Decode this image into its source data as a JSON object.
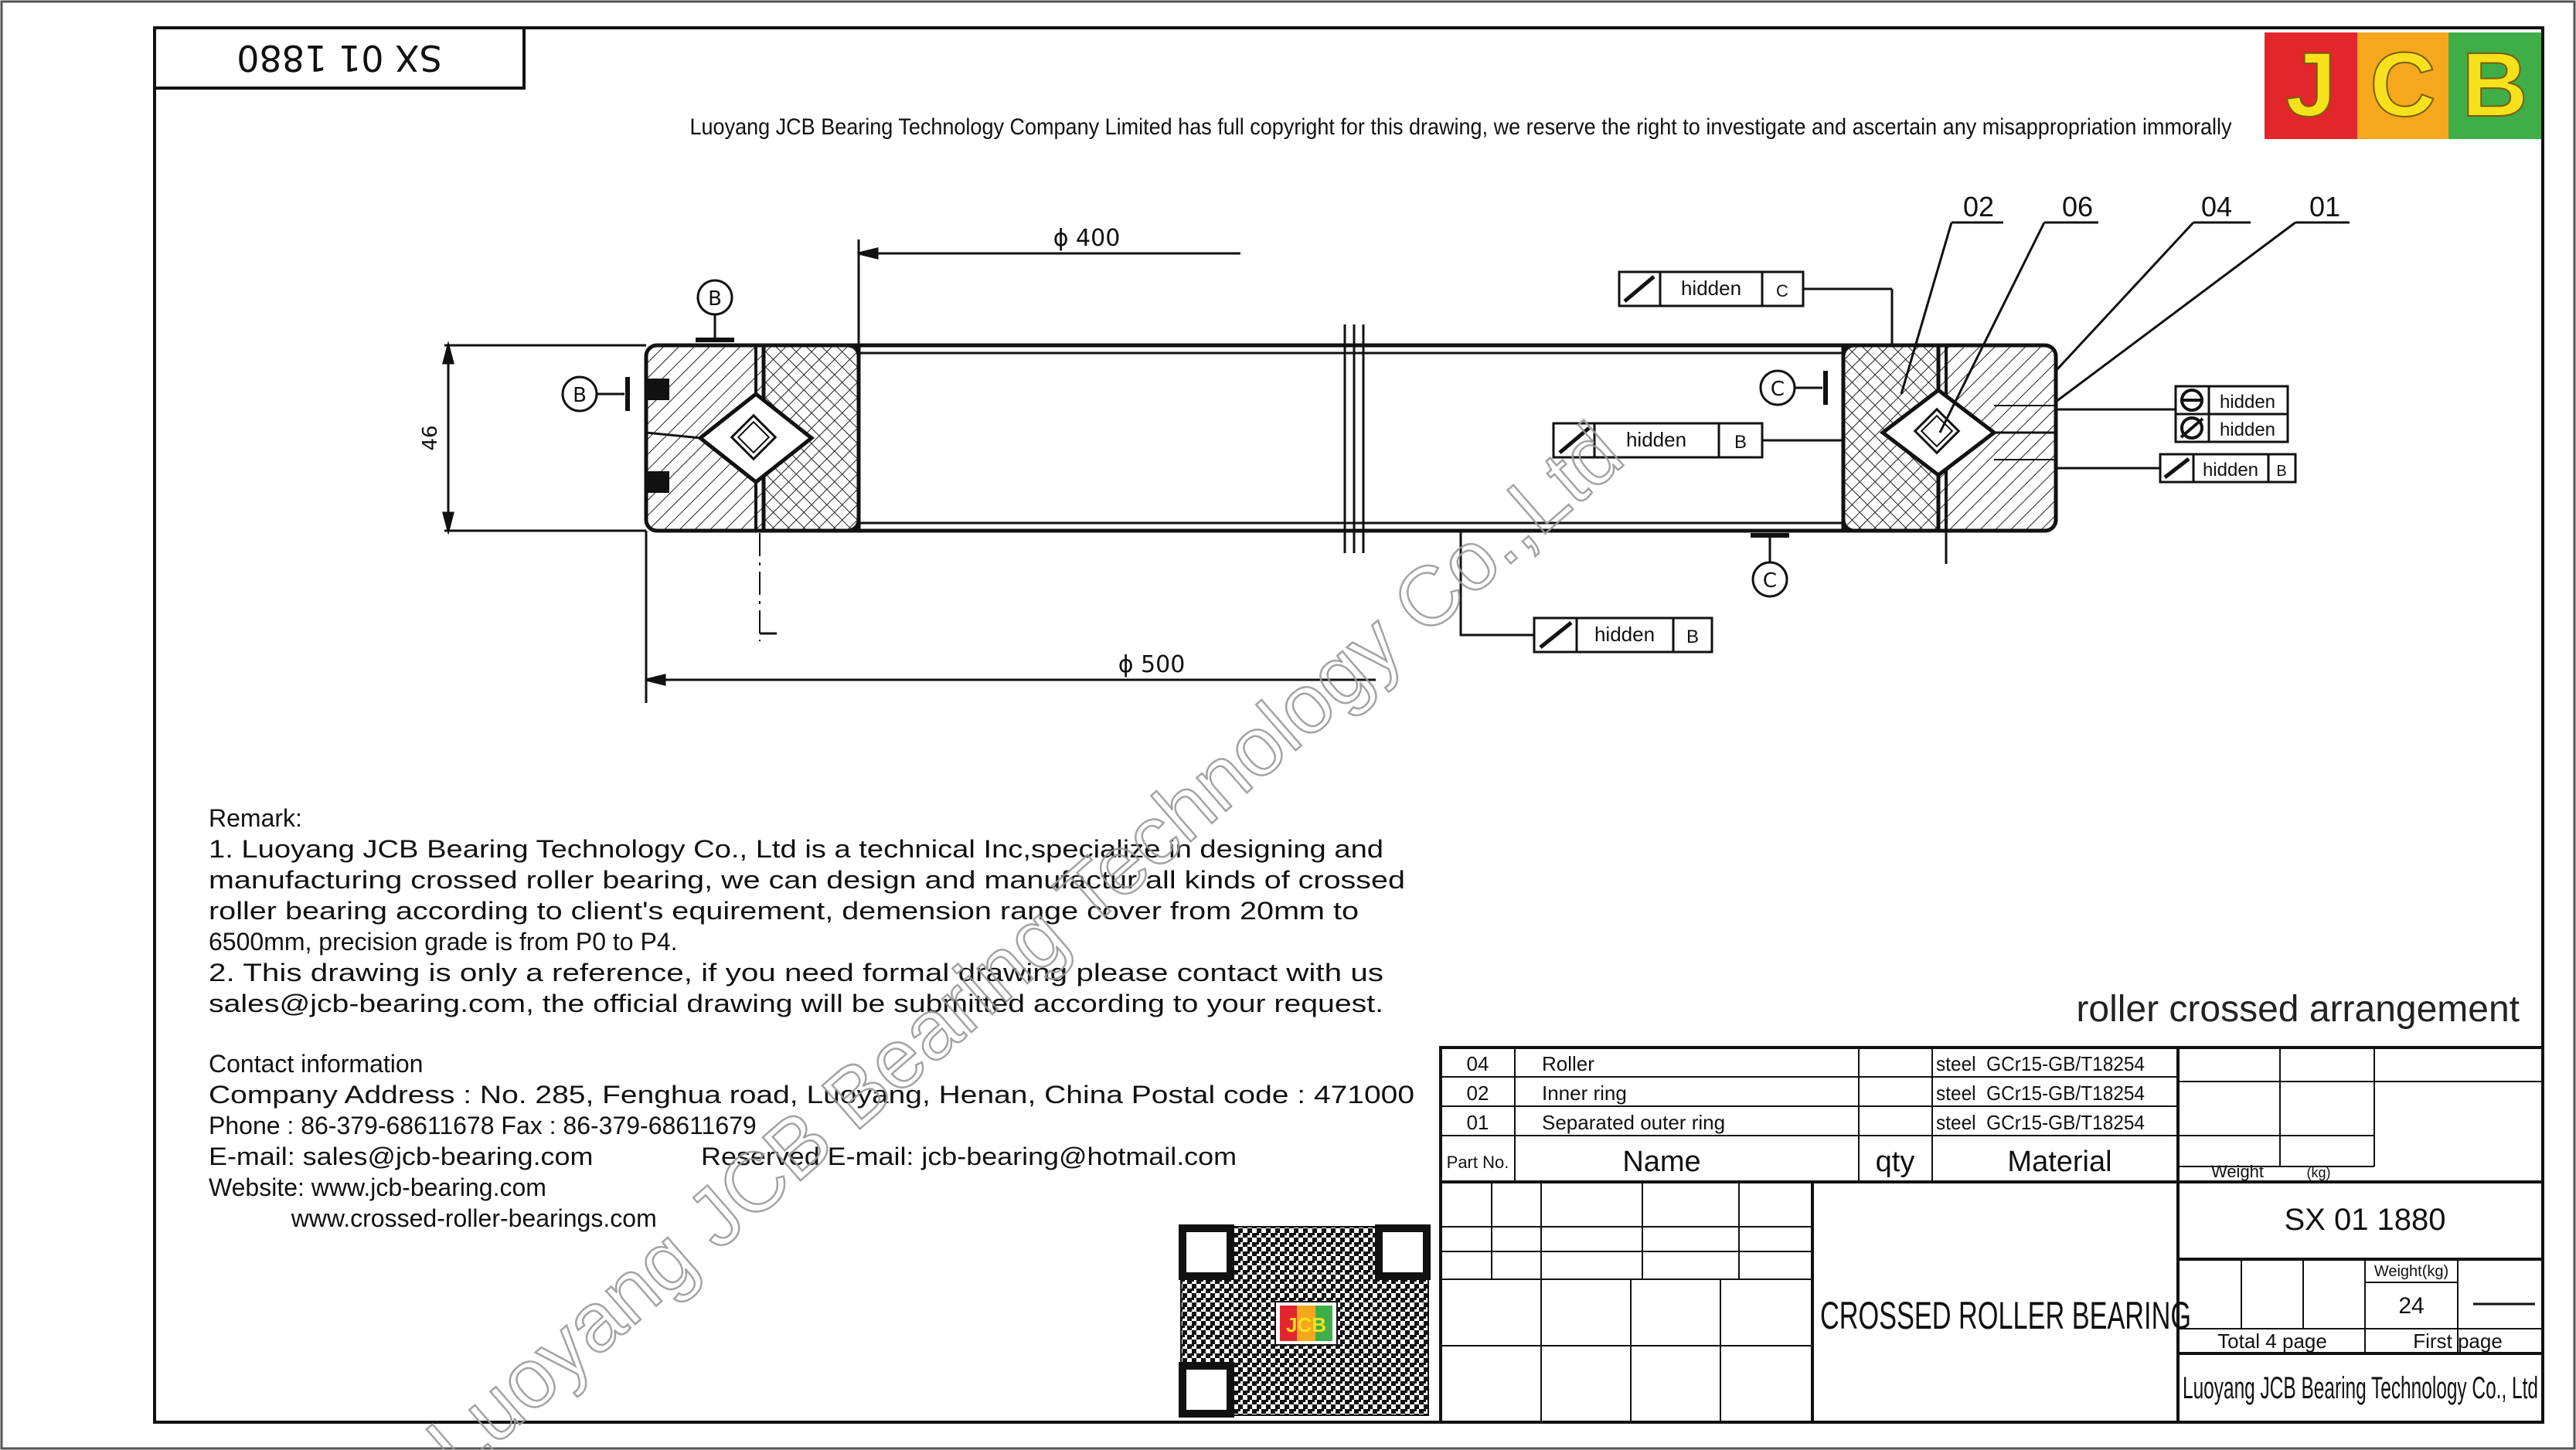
{
  "title_block_top": {
    "part_mirrored": "SX 01 1880"
  },
  "copyright": "Luoyang JCB Bearing Technology Company Limited has full copyright for this drawing, we reserve the right to investigate and ascertain any misappropriation immorally",
  "logo": {
    "letters": [
      "J",
      "C",
      "B"
    ],
    "colors": [
      "#e2262b",
      "#f5a81c",
      "#3fae49"
    ],
    "letter_color": "#f7e11d"
  },
  "watermark": "Luoyang JCB Bearing Technology Co.,Ltd",
  "dimensions": {
    "inner_diameter": "ϕ 400",
    "outer_diameter": "ϕ 500",
    "height": "46"
  },
  "datums": {
    "b": "B",
    "c": "C"
  },
  "tolerance_frames": [
    {
      "value": "hidden",
      "ref": "C"
    },
    {
      "value": "hidden",
      "ref": "B"
    },
    {
      "value": "hidden",
      "ref": "B"
    },
    {
      "value": "hidden",
      "ref": "B"
    }
  ],
  "tolerance_stack": [
    "hidden",
    "hidden"
  ],
  "callouts": [
    "02",
    "06",
    "04",
    "01"
  ],
  "remark": {
    "heading": "Remark:",
    "lines": [
      "1. Luoyang JCB Bearing Technology Co., Ltd is a technical Inc,specialize in designing and",
      "manufacturing crossed roller bearing, we can design and manufactur all kinds of crossed",
      "roller bearing according to client's equirement, demension range cover from 20mm to",
      "6500mm, precision grade is from P0 to P4.",
      "2. This drawing is only a reference, if you need formal drawing please contact with us",
      "sales@jcb-bearing.com, the official drawing will be submitted according to your request."
    ]
  },
  "contact": {
    "heading": "Contact information",
    "lines": [
      "Company Address :  No. 285, Fenghua road, Luoyang, Henan, China  Postal code : 471000",
      "Phone : 86-379-68611678 Fax : 86-379-68611679",
      "E-mail: sales@jcb-bearing.com              Reserved E-mail: jcb-bearing@hotmail.com",
      "Website: www.jcb-bearing.com",
      "            www.crossed-roller-bearings.com"
    ]
  },
  "arrangement": "roller crossed arrangement",
  "parts_table": {
    "rows": [
      {
        "no": "04",
        "name": "Roller",
        "material": "steel  GCr15-GB/T18254"
      },
      {
        "no": "02",
        "name": "Inner ring",
        "material": "steel  GCr15-GB/T18254"
      },
      {
        "no": "01",
        "name": "Separated outer ring",
        "material": "steel  GCr15-GB/T18254"
      }
    ],
    "header": {
      "part_no": "Part No.",
      "name": "Name",
      "qty": "qty",
      "material": "Material",
      "weight": "Weight",
      "kg": "(kg)"
    }
  },
  "title_block": {
    "model": "SX 01 1880",
    "product": "CROSSED ROLLER BEARING",
    "weight_label": "Weight(kg)",
    "weight_value": "24",
    "total_pages": "Total 4 page",
    "first_page": "First page",
    "company": "Luoyang JCB Bearing Technology Co., Ltd"
  },
  "qr_badge": "JCB"
}
